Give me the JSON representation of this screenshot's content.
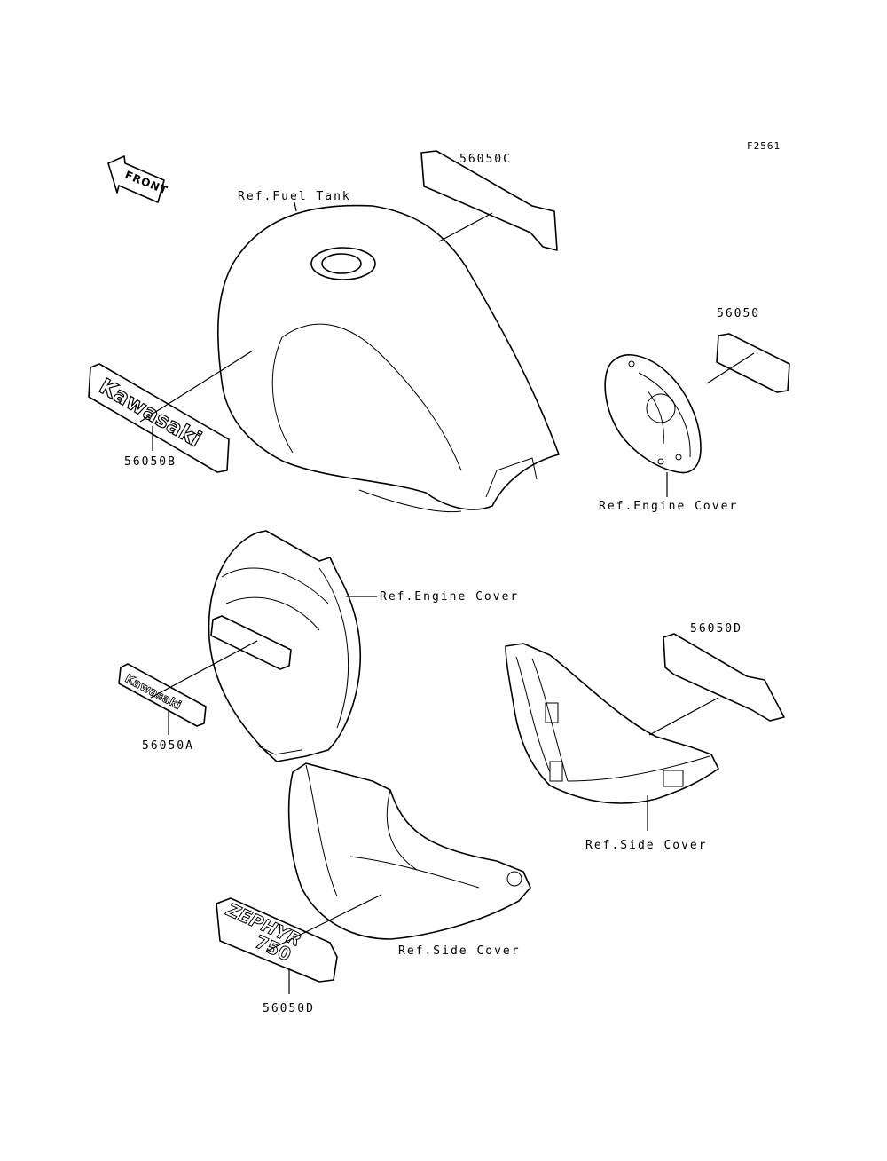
{
  "figure_code": "F2561",
  "front_arrow_label": "FRONT",
  "labels": {
    "fuel_tank": "Ref.Fuel Tank",
    "part_c": "56050C",
    "part_base": "56050",
    "engine_cover_right": "Ref.Engine Cover",
    "part_b": "56050B",
    "engine_cover_left": "Ref.Engine Cover",
    "part_d_right": "56050D",
    "part_a": "56050A",
    "side_cover_right": "Ref.Side Cover",
    "side_cover_left": "Ref.Side Cover",
    "part_d_left": "56050D"
  },
  "decal_texts": {
    "kawasaki_large": "Kawasaki",
    "kawasaki_small": "Kawasaki",
    "zephyr": "ZEPHYR",
    "model_number": "750"
  }
}
